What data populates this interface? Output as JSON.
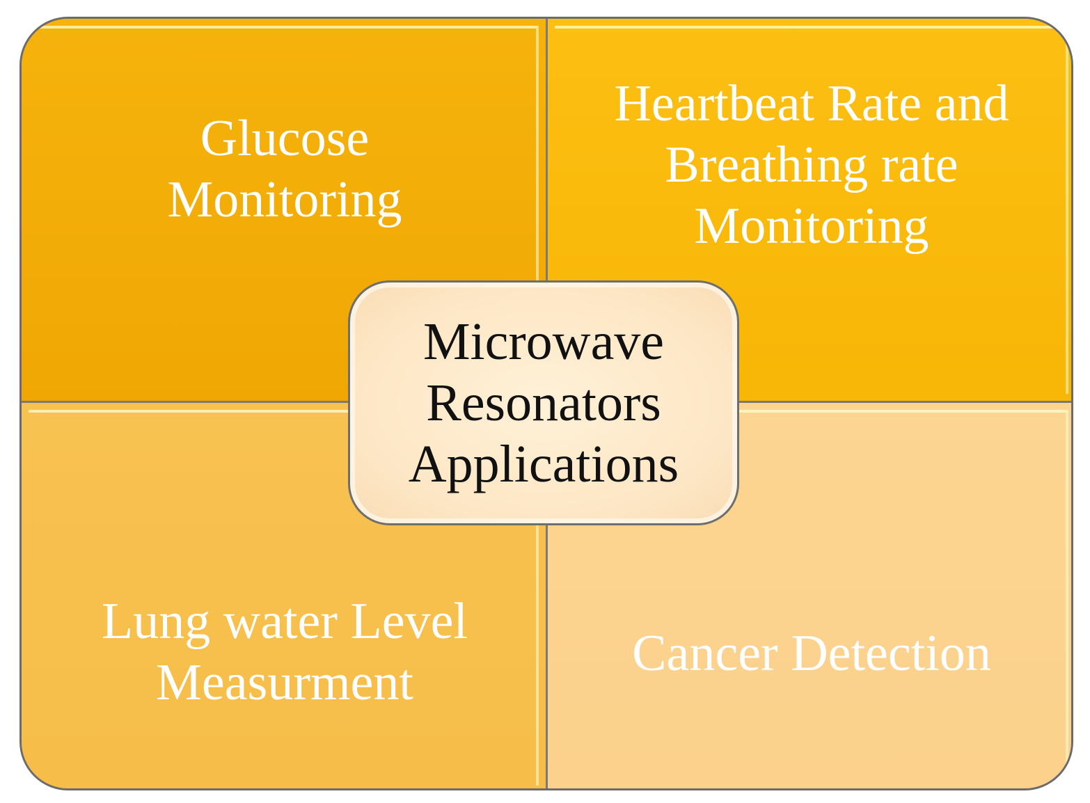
{
  "diagram": {
    "center": {
      "lines": [
        "Microwave",
        "Resonators",
        "Applications"
      ]
    },
    "quadrants": {
      "top_left": {
        "lines": [
          "Glucose",
          "Monitoring"
        ]
      },
      "top_right": {
        "lines": [
          "Heartbeat Rate and",
          "Breathing rate",
          "Monitoring"
        ]
      },
      "bottom_left": {
        "lines": [
          "Lung water Level",
          "Measurment"
        ]
      },
      "bottom_right": {
        "lines": [
          "Cancer Detection"
        ]
      }
    },
    "colors": {
      "top_left": "#f0a704",
      "top_right": "#f8b606",
      "bottom_left": "#f6bd48",
      "bottom_right": "#fbd18b",
      "center": "#fde6c4",
      "quadrant_text": "#ffffff",
      "center_text": "#111111"
    }
  }
}
